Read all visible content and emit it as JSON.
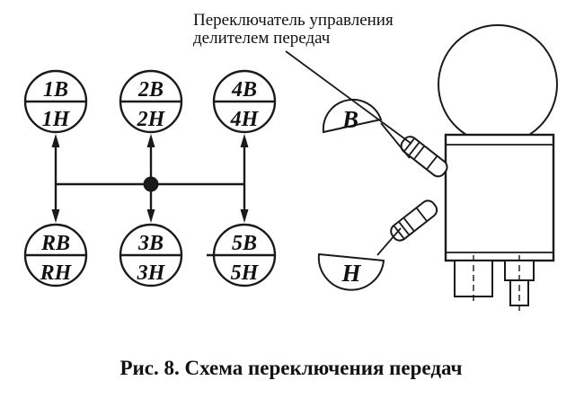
{
  "annotation": {
    "line1": "Переключатель управления",
    "line2": "делителем передач"
  },
  "shift_pattern": {
    "positions": {
      "top": [
        {
          "upper": "1В",
          "lower": "1Н"
        },
        {
          "upper": "2В",
          "lower": "2Н"
        },
        {
          "upper": "4В",
          "lower": "4Н"
        }
      ],
      "bottom": [
        {
          "upper": "RВ",
          "lower": "RН"
        },
        {
          "upper": "3В",
          "lower": "3Н"
        },
        {
          "upper": "5В",
          "lower": "5Н"
        }
      ]
    }
  },
  "selector": {
    "upper_label": "В",
    "lower_label": "Н"
  },
  "caption": "Рис. 8. Схема переключения передач",
  "colors": {
    "ink": "#1a1a1a",
    "background": "#ffffff"
  }
}
